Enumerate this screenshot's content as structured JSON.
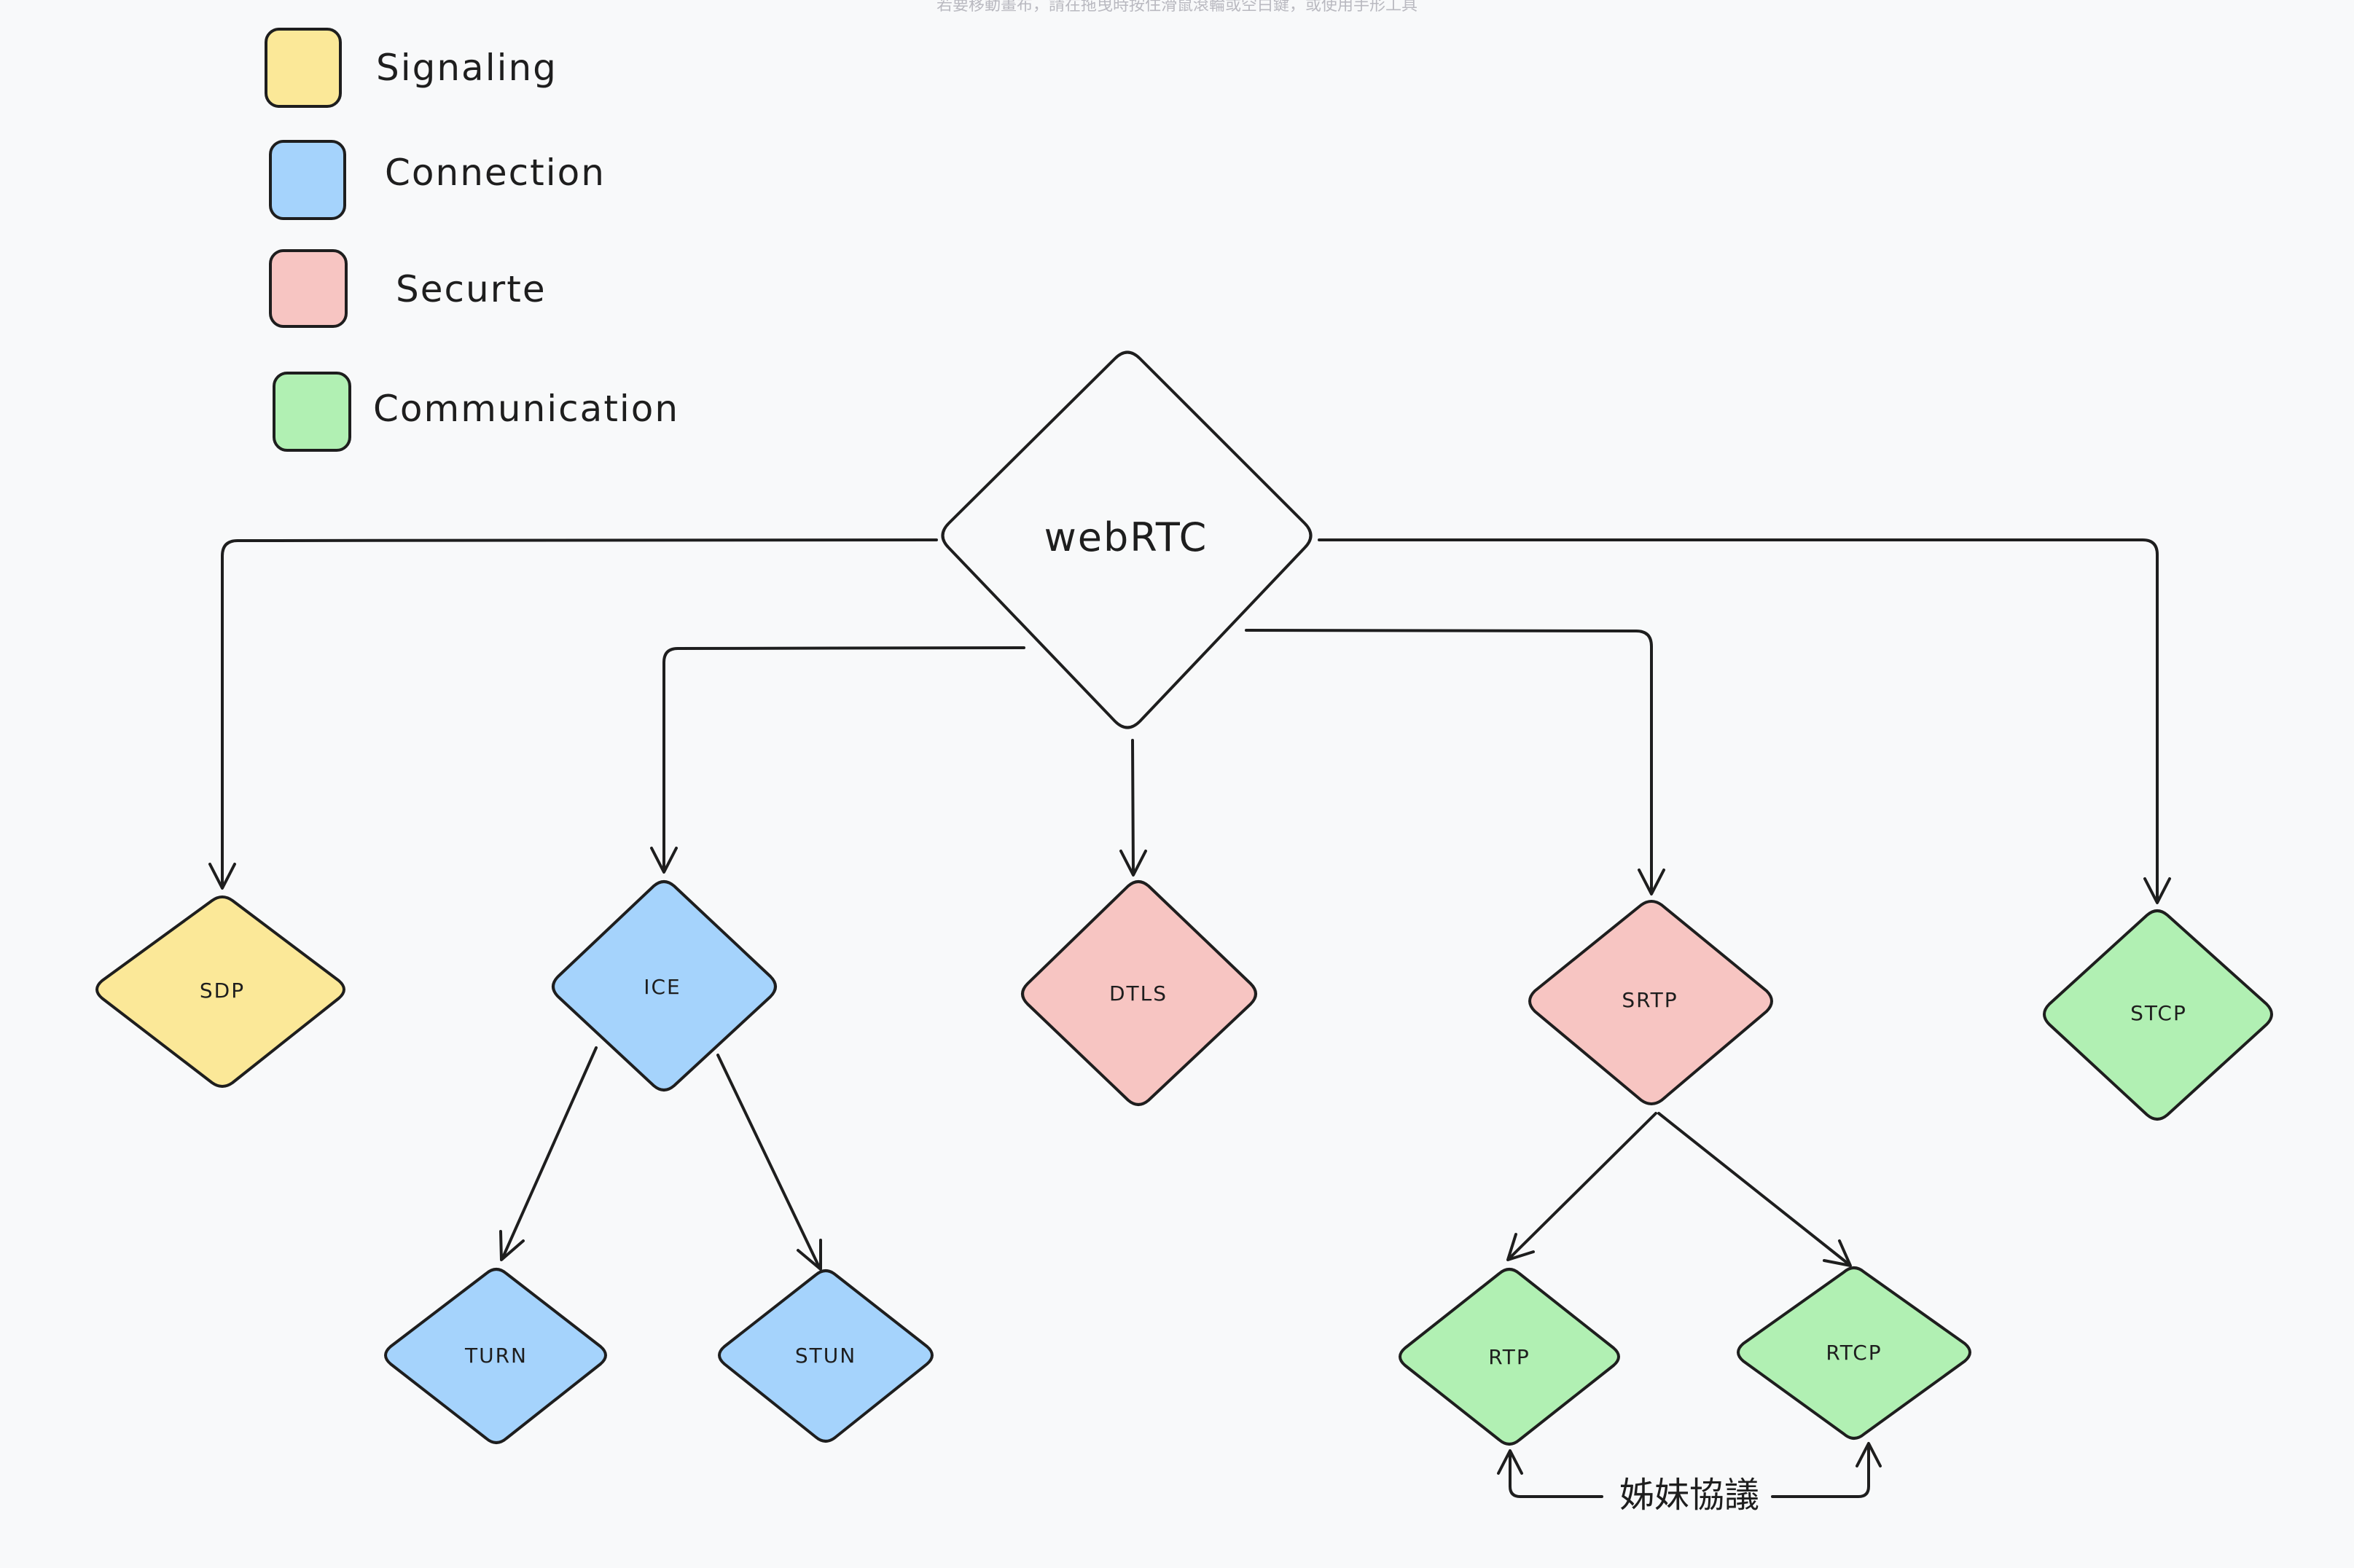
{
  "canvas_hint": "若要移動畫布，請在拖曳時按住滑鼠滾輪或空白鍵，或使用手形工具",
  "legend": [
    {
      "label": "Signaling",
      "color": "#fbe898"
    },
    {
      "label": "Connection",
      "color": "#a5d3fc"
    },
    {
      "label": "Securte",
      "color": "#f7c5c2"
    },
    {
      "label": "Communication",
      "color": "#b1f0b3"
    }
  ],
  "root": {
    "label": "webRTC",
    "color": "#f8f9fa"
  },
  "nodes": {
    "sdp": {
      "label": "SDP",
      "color": "#fbe898"
    },
    "ice": {
      "label": "ICE",
      "color": "#a5d3fc"
    },
    "dtls": {
      "label": "DTLS",
      "color": "#f7c5c2"
    },
    "srtp": {
      "label": "SRTP",
      "color": "#f7c5c2"
    },
    "stcp": {
      "label": "STCP",
      "color": "#b1f0b3"
    },
    "turn": {
      "label": "TURN",
      "color": "#a5d3fc"
    },
    "stun": {
      "label": "STUN",
      "color": "#a5d3fc"
    },
    "rtp": {
      "label": "RTP",
      "color": "#b1f0b3"
    },
    "rtcp": {
      "label": "RTCP",
      "color": "#b1f0b3"
    }
  },
  "edges": [
    {
      "from": "webRTC",
      "to": "SDP"
    },
    {
      "from": "webRTC",
      "to": "ICE"
    },
    {
      "from": "webRTC",
      "to": "DTLS"
    },
    {
      "from": "webRTC",
      "to": "SRTP"
    },
    {
      "from": "webRTC",
      "to": "STCP"
    },
    {
      "from": "ICE",
      "to": "TURN"
    },
    {
      "from": "ICE",
      "to": "STUN"
    },
    {
      "from": "SRTP",
      "to": "RTP"
    },
    {
      "from": "SRTP",
      "to": "RTCP"
    }
  ],
  "annotation": {
    "label": "姊妹協議",
    "between": [
      "RTP",
      "RTCP"
    ]
  }
}
